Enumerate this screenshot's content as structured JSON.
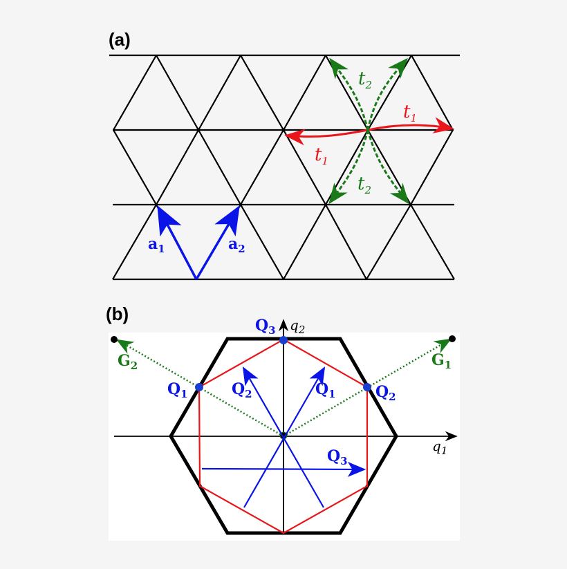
{
  "panels": {
    "a": {
      "label": "(a)"
    },
    "b": {
      "label": "(b)"
    }
  },
  "panel_a": {
    "hopping_t1": {
      "symbol": "t",
      "sub": "1",
      "color": "#e8161b"
    },
    "hopping_t2": {
      "symbol": "t",
      "sub": "2",
      "color": "#1a7a1a"
    },
    "lattice_vectors": [
      {
        "symbol": "a",
        "sub": "1"
      },
      {
        "symbol": "a",
        "sub": "2"
      }
    ],
    "vector_color": "#0a14e6"
  },
  "panel_b": {
    "axes": {
      "x": {
        "symbol": "q",
        "sub": "1"
      },
      "y": {
        "symbol": "q",
        "sub": "2"
      }
    },
    "Q_vectors": [
      {
        "symbol": "Q",
        "sub": "1"
      },
      {
        "symbol": "Q",
        "sub": "2"
      },
      {
        "symbol": "Q",
        "sub": "3"
      }
    ],
    "G_vectors": [
      {
        "symbol": "G",
        "sub": "1"
      },
      {
        "symbol": "G",
        "sub": "2"
      }
    ],
    "colors": {
      "brillouin_zone": "#000000",
      "octagon": "#e8161b",
      "Q": "#0a14e6",
      "G": "#1a7a1a"
    }
  }
}
